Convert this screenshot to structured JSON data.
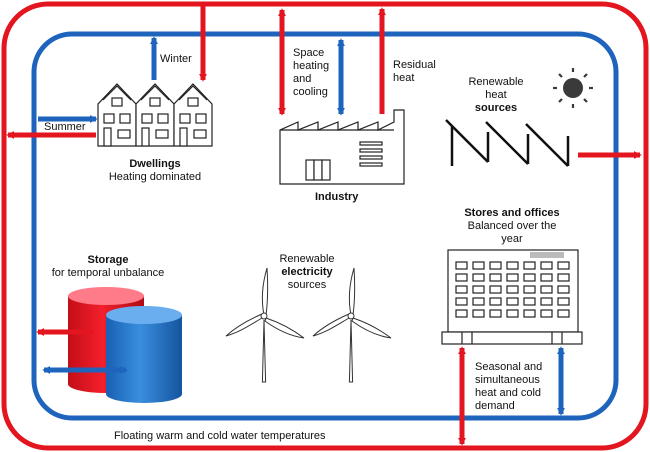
{
  "colors": {
    "warm": "#e3151f",
    "cold": "#1e64bd",
    "tank_cold": "#2d7fd0",
    "tank_warm_top": "#ff7b8a"
  },
  "icons": [
    "house-icon",
    "factory-icon",
    "solar-panel-icon",
    "sun-icon",
    "wind-turbine-icon",
    "storage-tank-icon",
    "office-building-icon"
  ],
  "flows": {
    "winter": "Winter",
    "summer": "Summer"
  },
  "industry": {
    "space": [
      "Space",
      "heating",
      "and",
      "cooling"
    ],
    "residual": [
      "Residual",
      "heat"
    ],
    "title": "Industry"
  },
  "dwellings": {
    "title": "Dwellings",
    "subtitle": "Heating dominated"
  },
  "renewable_heat": {
    "line1": "Renewable",
    "line2": "heat",
    "line3": "sources"
  },
  "stores": {
    "title": "Stores and offices",
    "line2": "Balanced over the",
    "line3": "year"
  },
  "storage": {
    "title": "Storage",
    "subtitle": "for temporal unbalance"
  },
  "renewable_electricity": {
    "line1": "Renewable",
    "line2": "electricity",
    "line3": "sources"
  },
  "seasonal": [
    "Seasonal and",
    "simultaneous",
    "heat and cold",
    "demand"
  ],
  "footer": "Floating warm and cold water temperatures"
}
